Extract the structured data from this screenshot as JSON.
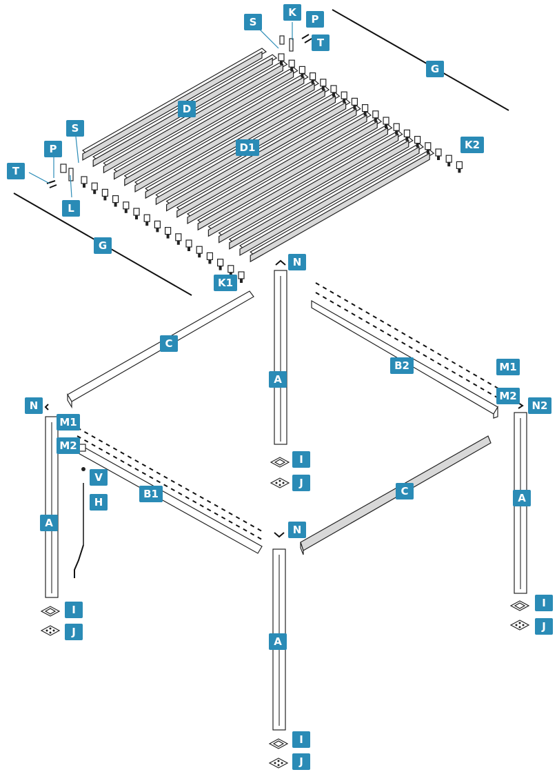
{
  "labels": {
    "S_top": "S",
    "K_top": "K",
    "P_top": "P",
    "T_top": "T",
    "G_top": "G",
    "D": "D",
    "D1": "D1",
    "K2": "K2",
    "S_left": "S",
    "P_left": "P",
    "T_left": "T",
    "L": "L",
    "G_left": "G",
    "K1": "K1",
    "N_top": "N",
    "C_back": "C",
    "A_back": "A",
    "B2": "B2",
    "M1_right": "M1",
    "M2_right": "M2",
    "N2": "N2",
    "N_left": "N",
    "M1_left": "M1",
    "M2_left": "M2",
    "I_back": "I",
    "J_back": "J",
    "V": "V",
    "H": "H",
    "B1": "B1",
    "A_left": "A",
    "N_front": "N",
    "C_front": "C",
    "A_right": "A",
    "I_left": "I",
    "J_left": "J",
    "I_right": "I",
    "J_right": "J",
    "A_front": "A",
    "I_front": "I",
    "J_front": "J"
  }
}
